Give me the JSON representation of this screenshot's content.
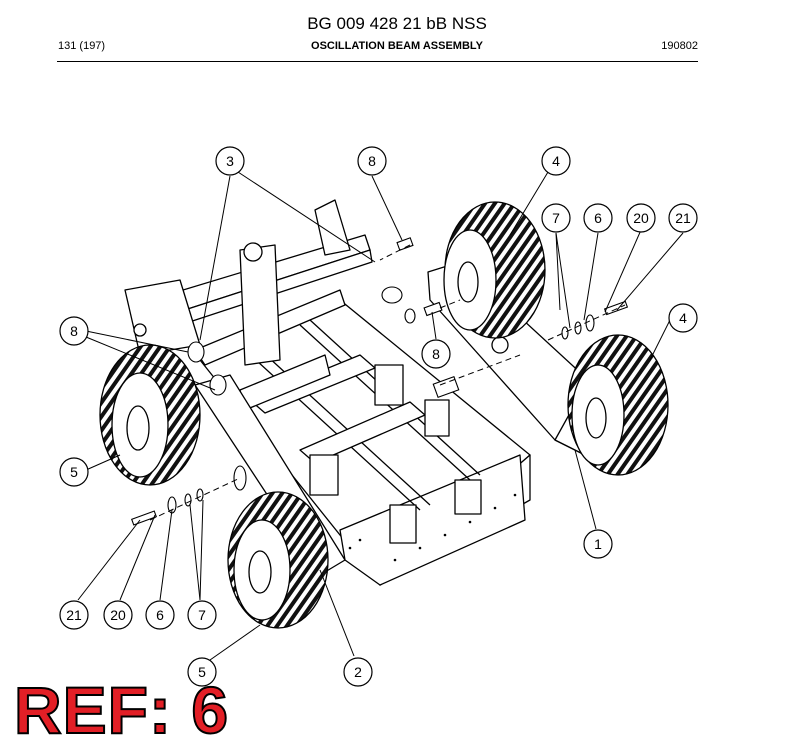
{
  "header": {
    "doc_title": "BG 009 428 21 bB NSS",
    "page_number": "131 (197)",
    "assembly_name": "OSCILLATION BEAM ASSEMBLY",
    "date_code": "190802"
  },
  "callouts": [
    {
      "label": "3"
    },
    {
      "label": "8"
    },
    {
      "label": "4"
    },
    {
      "label": "7"
    },
    {
      "label": "6"
    },
    {
      "label": "20"
    },
    {
      "label": "21"
    },
    {
      "label": "4"
    },
    {
      "label": "8"
    },
    {
      "label": "8"
    },
    {
      "label": "5"
    },
    {
      "label": "1"
    },
    {
      "label": "21"
    },
    {
      "label": "20"
    },
    {
      "label": "6"
    },
    {
      "label": "7"
    },
    {
      "label": "5"
    },
    {
      "label": "2"
    }
  ],
  "ref": {
    "text": "REF: 6",
    "color": "#e21f26"
  }
}
